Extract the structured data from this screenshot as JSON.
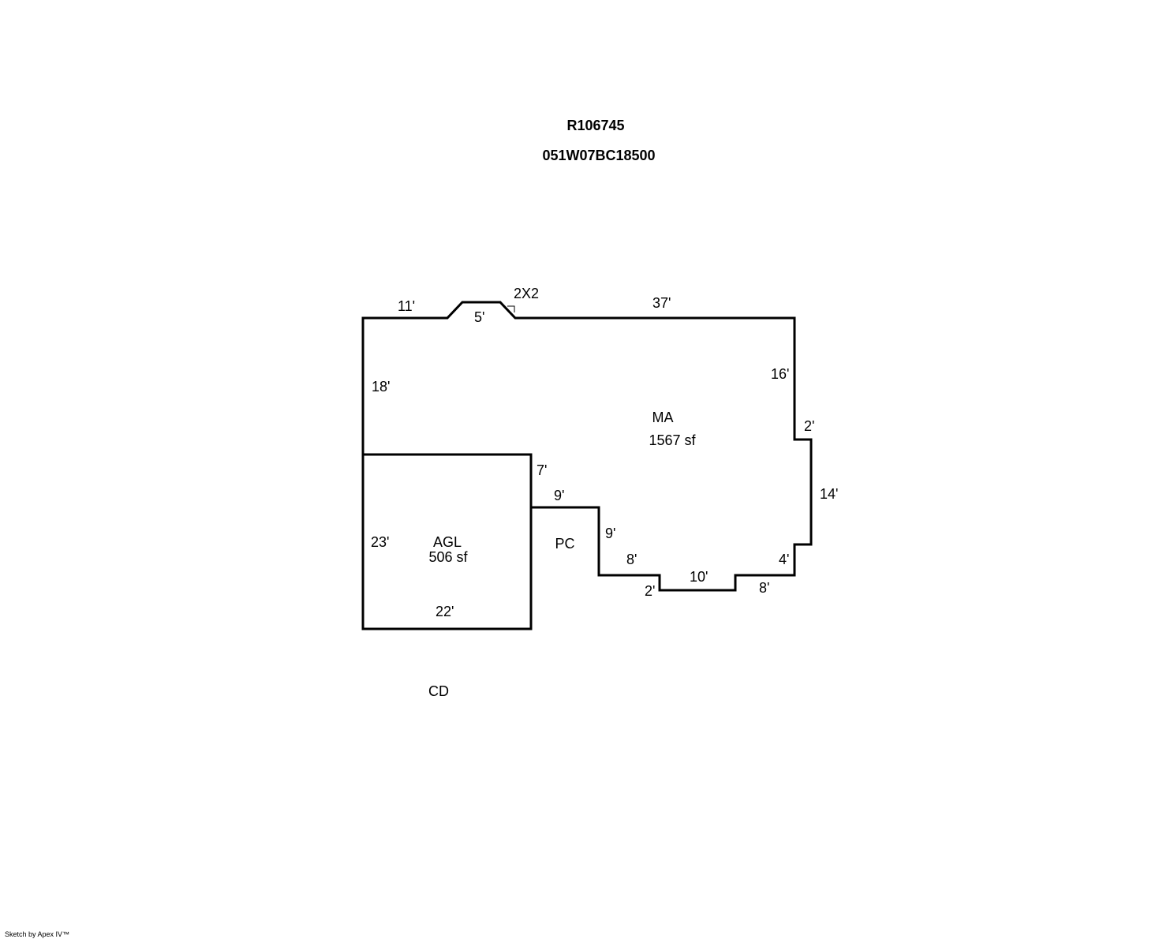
{
  "header": {
    "account": "R106745",
    "map_tax_lot": "051W07BC18500"
  },
  "areas": {
    "main": {
      "code": "MA",
      "area": "1567 sf"
    },
    "garage": {
      "code": "AGL",
      "area": "506 sf"
    },
    "porch": {
      "code": "PC"
    },
    "deck": {
      "code": "CD"
    }
  },
  "dimensions": {
    "top_left": "11'",
    "bay": "5'",
    "bay_note": "2X2",
    "top_right": "37'",
    "left_upper": "18'",
    "right_upper": "16'",
    "right_jog": "2'",
    "right_lower": "14'",
    "right_bottom_jog": "4'",
    "bottom_right": "8'",
    "bottom_mid": "10'",
    "bottom_step": "2'",
    "bottom_left": "8'",
    "porch_vertical": "9'",
    "porch_horizontal": "9'",
    "garage_right": "7'",
    "garage_left": "23'",
    "garage_bottom": "22'"
  },
  "footer": {
    "credit": "Sketch by Apex IV™"
  }
}
